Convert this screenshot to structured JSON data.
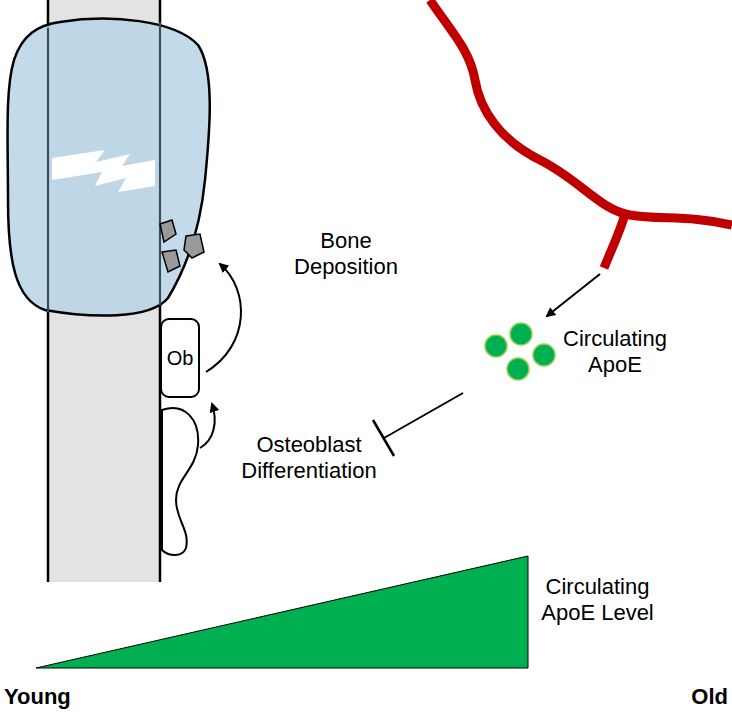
{
  "diagram": {
    "nodes": [
      {
        "text": [
          "Ob"
        ]
      }
    ],
    "labels": [
      "Bone Deposition",
      "Osteoblast Differentiation",
      "Circulating ApoE",
      "Circulating ApoE Level",
      "Young",
      "Old"
    ]
  }
}
